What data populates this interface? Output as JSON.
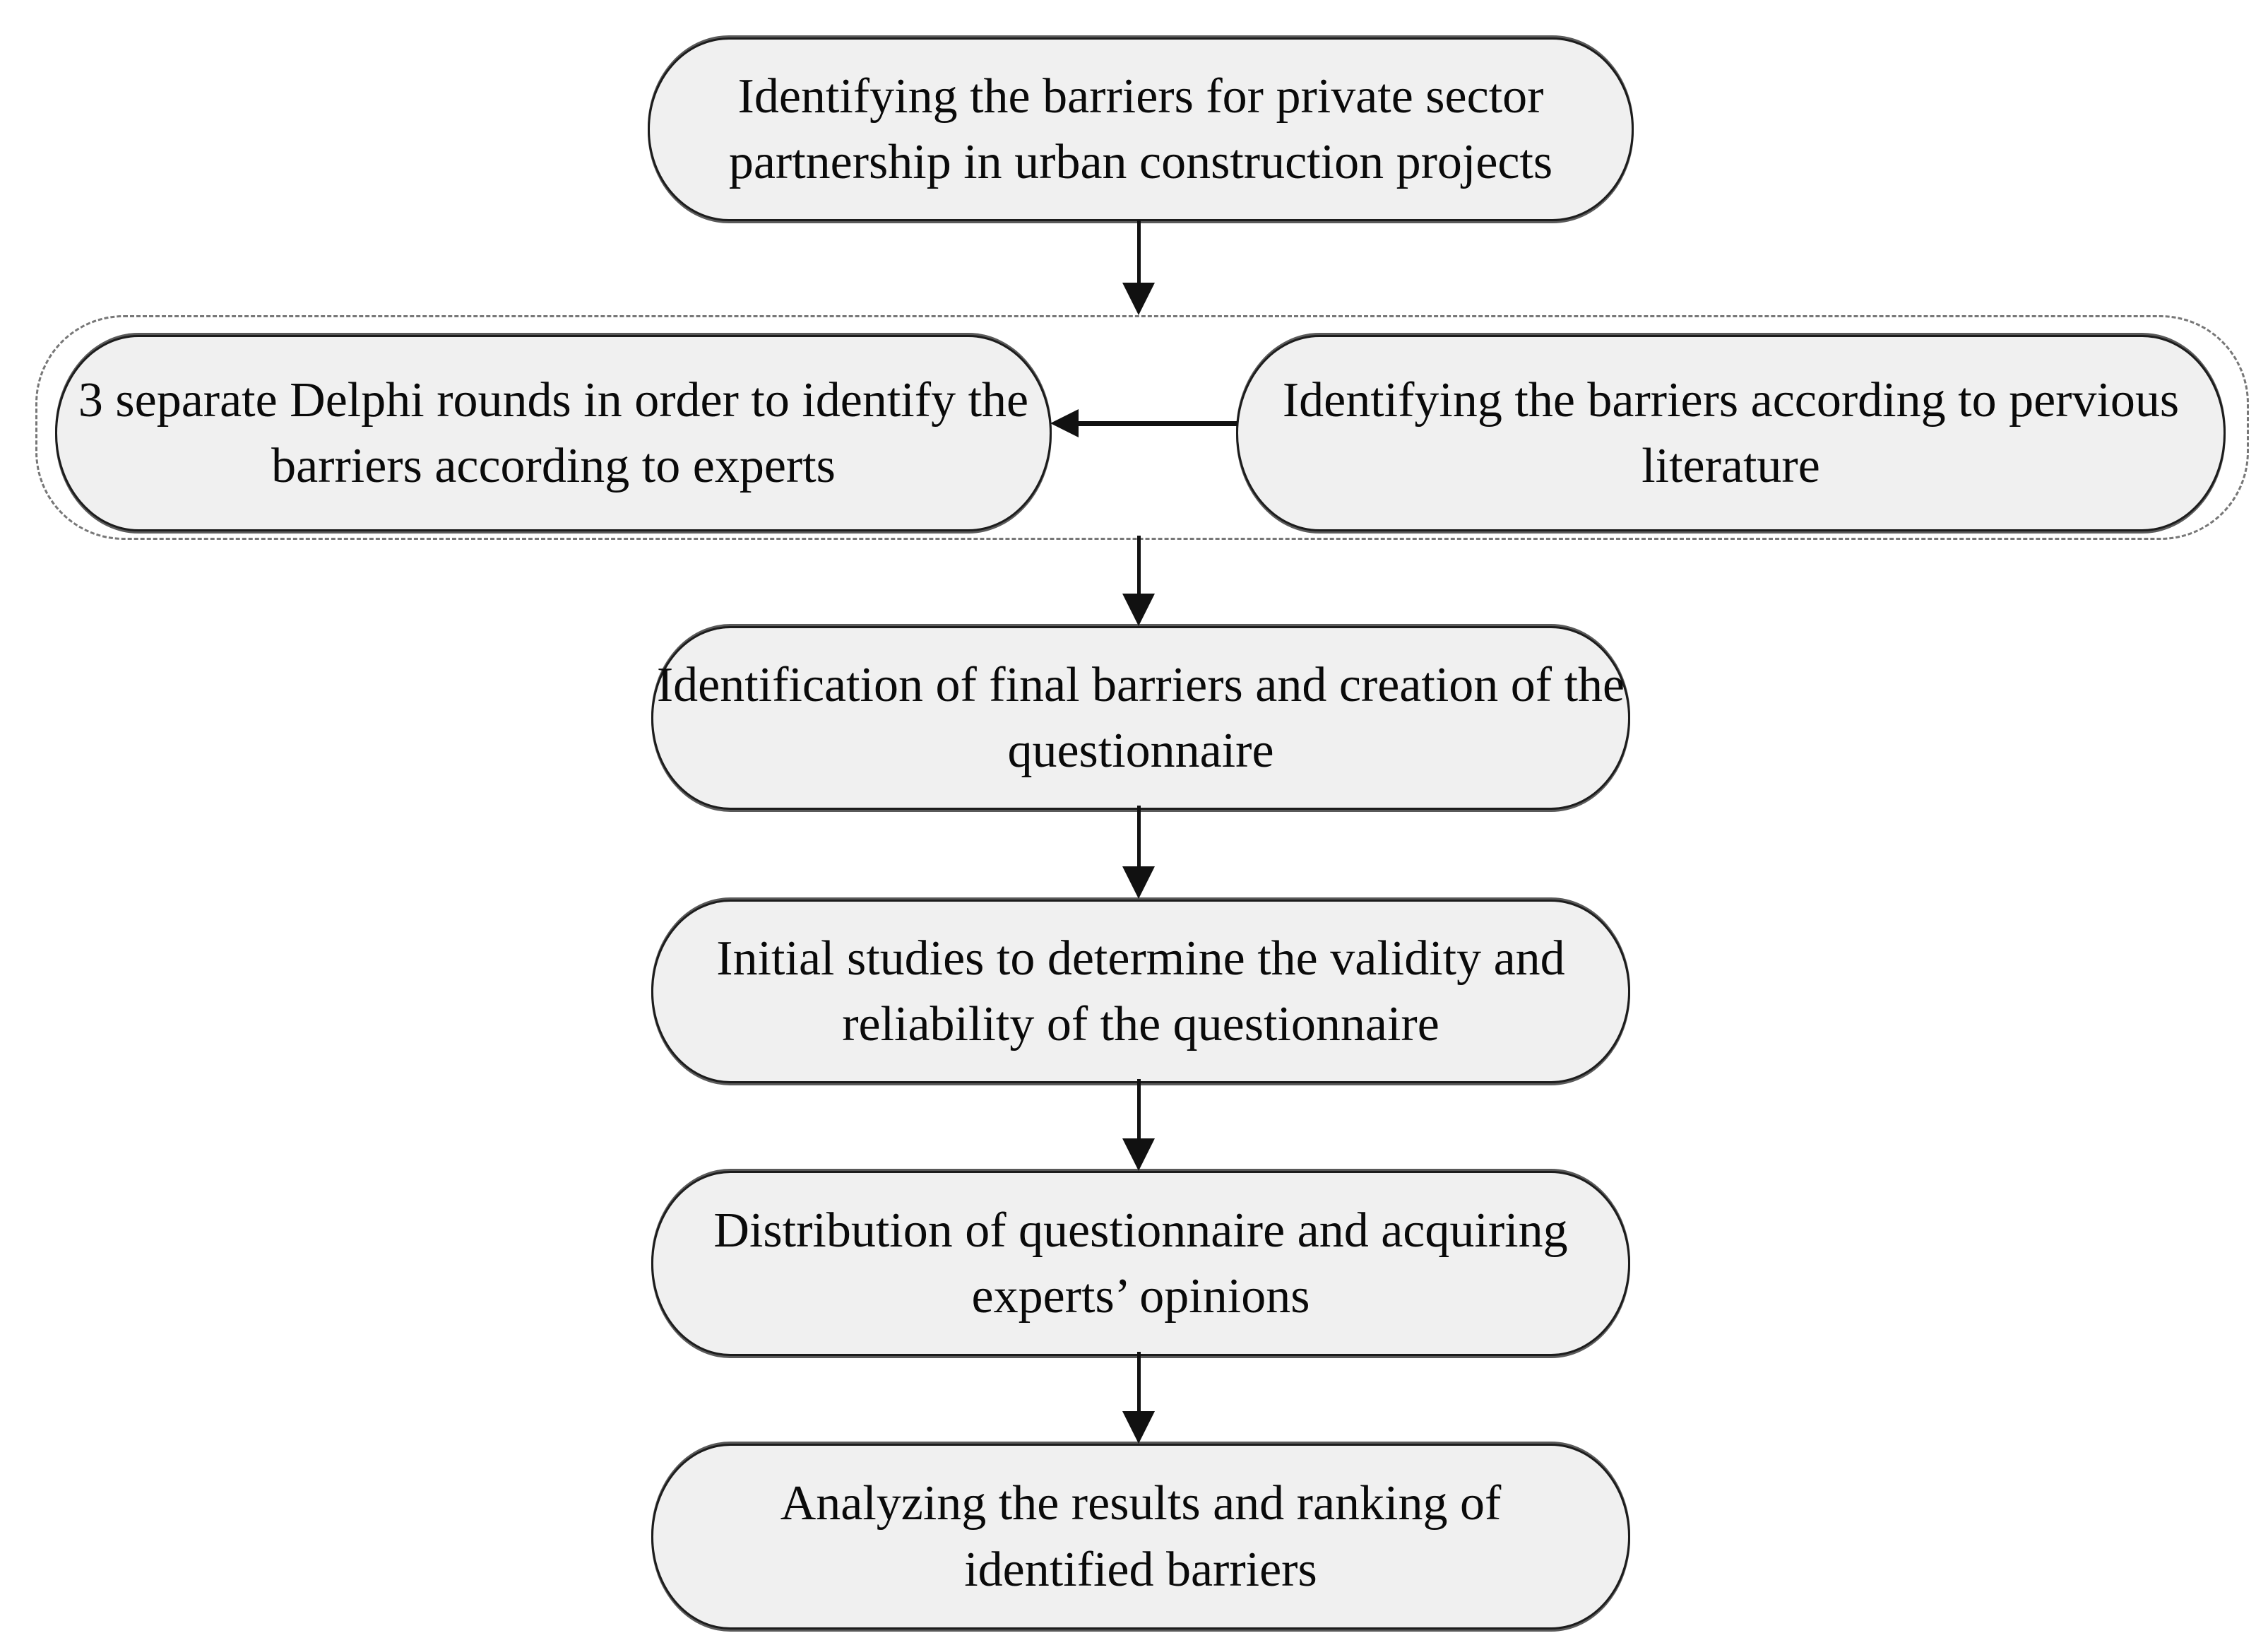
{
  "diagram": {
    "title": "Research methodology flowchart",
    "colors": {
      "background": "#ffffff",
      "node_fill": "#f0f0f0",
      "node_border": "#1c1c1c",
      "node_edge_shade": "#5a5a5a",
      "group_dashed_border": "#777777",
      "arrow": "#111111",
      "text": "#0a0a0a"
    },
    "nodes": {
      "identify_barriers": {
        "text": "Identifying the barriers for private sector partnership in urban construction projects"
      },
      "delphi_rounds": {
        "text": "3 separate Delphi rounds in order to identify the barriers according to experts"
      },
      "literature": {
        "text": "Identifying the barriers according to pervious literature"
      },
      "final_barriers": {
        "text": "Identification of final barriers and creation of the questionnaire"
      },
      "initial_studies": {
        "text": "Initial studies to determine the validity and reliability of the questionnaire"
      },
      "distribution": {
        "text": "Distribution of questionnaire and acquiring experts’ opinions"
      },
      "analysis": {
        "text": "Analyzing the results and ranking of identified barriers"
      }
    },
    "connections": [
      {
        "from": "identify_barriers",
        "to": "delphi_literature_group",
        "direction": "down"
      },
      {
        "from": "literature",
        "to": "delphi_rounds",
        "direction": "left"
      },
      {
        "from": "delphi_literature_group",
        "to": "final_barriers",
        "direction": "down"
      },
      {
        "from": "final_barriers",
        "to": "initial_studies",
        "direction": "down"
      },
      {
        "from": "initial_studies",
        "to": "distribution",
        "direction": "down"
      },
      {
        "from": "distribution",
        "to": "analysis",
        "direction": "down"
      }
    ]
  }
}
